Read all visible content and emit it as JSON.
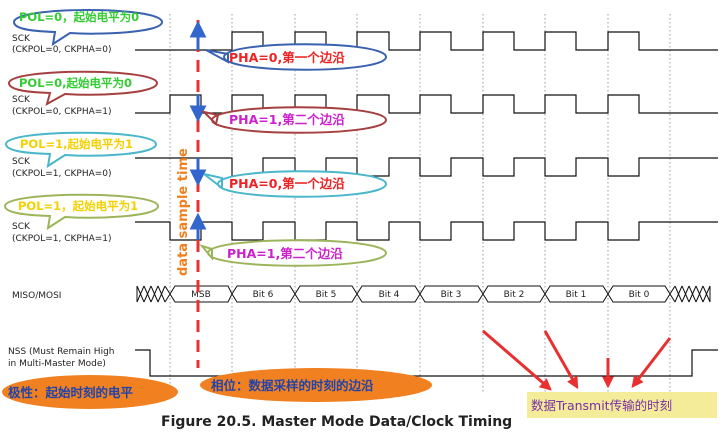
{
  "signals": {
    "sck1": {
      "name": "SCK",
      "sub": "(CKPOL=0, CKPHA=0)"
    },
    "sck2": {
      "name": "SCK",
      "sub": "(CKPOL=0, CKPHA=1)"
    },
    "sck3": {
      "name": "SCK",
      "sub": "(CKPOL=1, CKPHA=0)"
    },
    "sck4": {
      "name": "SCK",
      "sub": "(CKPOL=1, CKPHA=1)"
    },
    "miso": {
      "name": "MISO/MOSI"
    },
    "nss": {
      "line1": "NSS (Must Remain High",
      "line2": "in Multi-Master Mode)"
    }
  },
  "bits": [
    "MSB",
    "Bit 6",
    "Bit 5",
    "Bit 4",
    "Bit 3",
    "Bit 2",
    "Bit 1",
    "Bit 0"
  ],
  "callouts": {
    "pol1": "POL=0，起始电平为0",
    "pol2": "POL=0,起始电平为0",
    "pol3": "POL=1,起始电平为1",
    "pol4": "POL=1，起始电平为1",
    "pha1": "PHA=0,第一个边沿",
    "pha2": "PHA=1,第二个边沿",
    "pha3": "PHA=0,第一个边沿",
    "pha4": "PHA=1,第二个边沿"
  },
  "vertical_label": "data sample time",
  "bottom_labels": {
    "polarity": "极性：起始时刻的电平",
    "phase": "相位：数据采样的时刻的边沿",
    "transmit": "数据Transmit传输的时刻"
  },
  "caption": "Figure 20.5. Master Mode Data/Clock Timing",
  "colors": {
    "pol_green": "#33cc33",
    "pol_red": "#ee3333",
    "pol_yellow": "#f5d000",
    "pha_red": "#ee2222",
    "pha_magenta": "#cc22cc",
    "blue_arrow": "#3366cc",
    "dashed_red": "#e83030",
    "orange": "#f08020",
    "outline_blue": "#3a62b0",
    "outline_red": "#a64040",
    "outline_teal": "#49b6c9",
    "outline_olive": "#9cb55b",
    "transmit_bg": "#f5ec9a",
    "transmit_text": "#7a2fa8"
  }
}
